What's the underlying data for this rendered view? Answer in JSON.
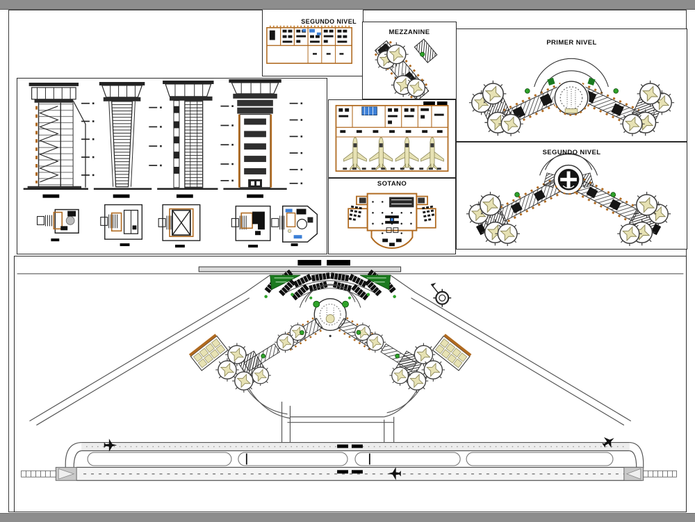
{
  "app": {
    "description": "CAD sheet - airport terminal and control tower drawings",
    "workspace_background": "#8d8d8d",
    "sheet_background": "#ffffff"
  },
  "colors": {
    "chrome": "#8d8d8d",
    "paper": "#ffffff",
    "ink": "#1f1f1f",
    "line": "#555555",
    "wood": "#b06a20",
    "wood2": "#c8873c",
    "khaki": "#e7e2b4",
    "khaki_dk": "#8f8a5c",
    "green": "#1b7a1f",
    "green2": "#2fa32a",
    "blue": "#3c7fd6",
    "light": "#ededed"
  },
  "panels": {
    "segundo_nivel_top": {
      "title": "SEGUNDO NIVEL"
    },
    "mezzanine": {
      "title": "MEZZANINE"
    },
    "primer_nivel": {
      "title": "PRIMER NIVEL"
    },
    "segundo_nivel": {
      "title": "SEGUNDO NIVEL"
    },
    "sotano": {
      "title": "SOTANO"
    }
  },
  "icons": {
    "north_arrow": "north-arrow-compass",
    "aircraft": "aircraft-symbol"
  }
}
